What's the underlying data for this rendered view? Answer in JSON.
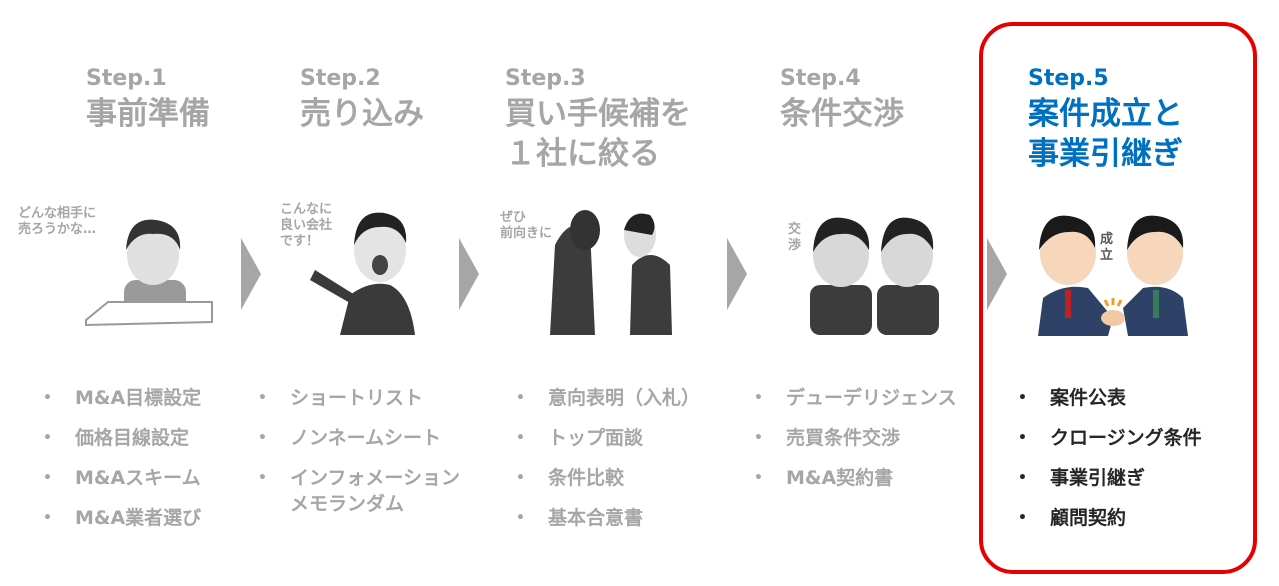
{
  "steps": [
    {
      "label": "Step.1",
      "title": "事前準備",
      "caption": "どんな相手に\n売ろうかな…",
      "items": [
        "M&A目標設定",
        "価格目線設定",
        "M&Aスキーム",
        "M&A業者選び"
      ]
    },
    {
      "label": "Step.2",
      "title": "売り込み",
      "caption": "こんなに\n良い会社\nです！",
      "items": [
        "ショートリスト",
        "ノンネームシート",
        "インフォメーション\nメモランダム"
      ]
    },
    {
      "label": "Step.3",
      "title": "買い手候補を\n１社に絞る",
      "caption": "ぜひ\n前向きに",
      "items": [
        "意向表明（入札）",
        "トップ面談",
        "条件比較",
        "基本合意書"
      ]
    },
    {
      "label": "Step.4",
      "title": "条件交渉",
      "caption": "交\n渉",
      "items": [
        "デューデリジェンス",
        "売買条件交渉",
        "M&A契約書"
      ]
    },
    {
      "label": "Step.5",
      "title": "案件成立と\n事業引継ぎ",
      "caption": "成\n立",
      "items": [
        "案件公表",
        "クロージング条件",
        "事業引継ぎ",
        "顧問契約"
      ]
    }
  ],
  "colors": {
    "inactive": "#a6a6a6",
    "active_title": "#0070c0",
    "highlight_border": "#e60000"
  }
}
